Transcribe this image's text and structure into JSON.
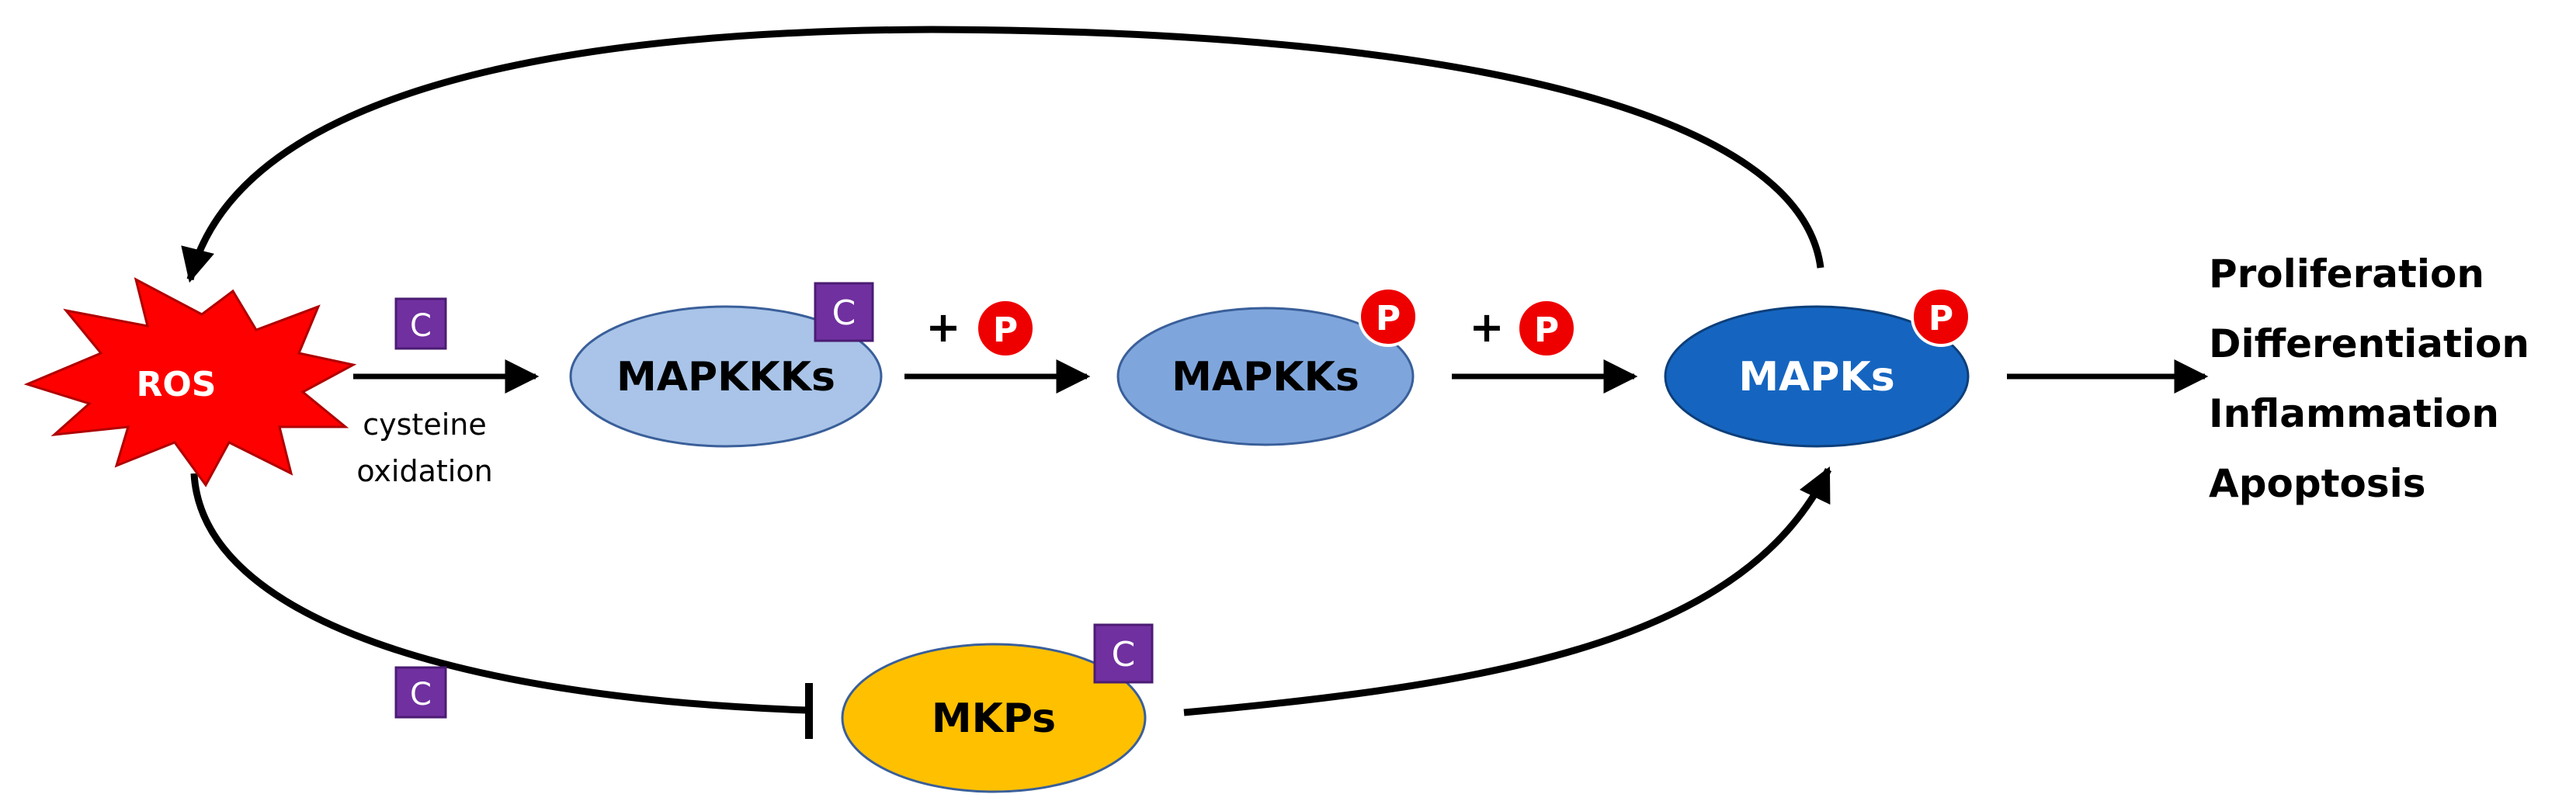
{
  "nodes": {
    "ros": "ROS",
    "mapkkks": "MAPKKKs",
    "mapkks": "MAPKKs",
    "mapks": "MAPKs",
    "mkps": "MKPs"
  },
  "badges": {
    "cysteine": "C",
    "phospho": "P",
    "plus": "+"
  },
  "edge_labels": {
    "cysteine_oxidation_line1": "cysteine",
    "cysteine_oxidation_line2": "oxidation"
  },
  "outcomes": [
    "Proliferation",
    "Differentiation",
    "Inflammation",
    "Apoptosis"
  ],
  "colors": {
    "ros": "#ff0000",
    "mapkkks": "#a9c4e8",
    "mapkks": "#7fa6dc",
    "mapks": "#1565c0",
    "mkps": "#ffc000",
    "cysteine_badge": "#7030a0",
    "phospho_badge": "#ee0000",
    "edge": "#000000",
    "outline": "#3a5f9a"
  }
}
